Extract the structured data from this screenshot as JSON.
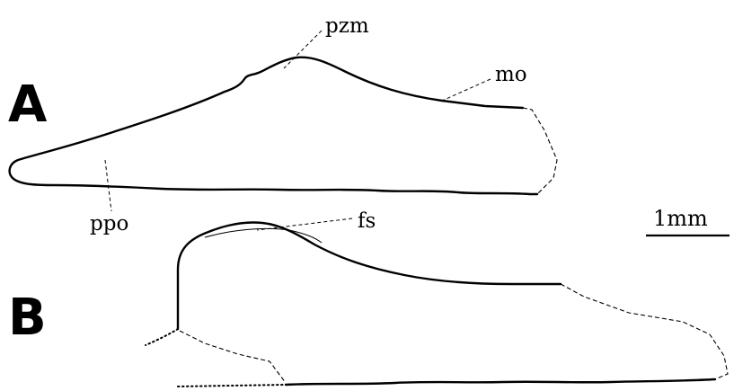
{
  "panels": {
    "a": {
      "letter": "A"
    },
    "b": {
      "letter": "B"
    }
  },
  "labels": {
    "pzm": "pzm",
    "mo": "mo",
    "ppo": "ppo",
    "fs": "fs"
  },
  "scale_bar": {
    "label": "1mm"
  }
}
